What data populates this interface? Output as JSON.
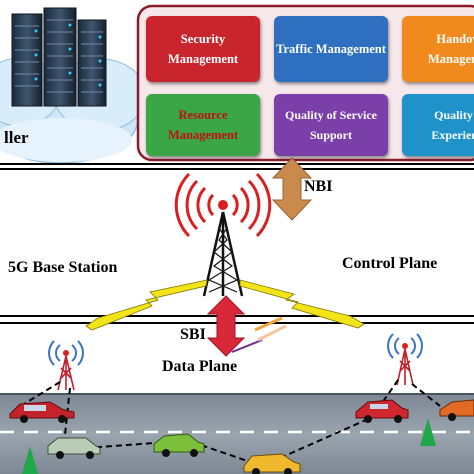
{
  "layers": {
    "controller_label": "ller",
    "nbi_label": "NBI",
    "sbi_label": "SBI",
    "base_station_label": "5G Base Station",
    "control_plane_label": "Control Plane",
    "data_plane_label": "Data Plane"
  },
  "modules": [
    {
      "label": "Security Management",
      "color": "#c8262c",
      "text_color": "#ffffff"
    },
    {
      "label": "Traffic Management",
      "color": "#2e6fbf",
      "text_color": "#ffffff"
    },
    {
      "label": "Handover Management",
      "color": "#f08a1c",
      "text_color": "#ffffff"
    },
    {
      "label": "Resource Management",
      "color": "#3aa646",
      "text_color": "#c21010"
    },
    {
      "label": "Quality of Service Support",
      "color": "#7a3fa8",
      "text_color": "#ffffff"
    },
    {
      "label": "Quality of Experience",
      "color": "#1f93c9",
      "text_color": "#ffffff"
    }
  ],
  "colors": {
    "modules_panel_fill": "#f6e8ea",
    "modules_panel_border": "#8b1a2a",
    "cloud": "#cfe6f8",
    "road": "#8e9aa6",
    "arrow_nbi": "#c98a4c",
    "arrow_sbi": "#d8283a",
    "signal": "#d91f1f",
    "lightning": "#f3e41a"
  }
}
